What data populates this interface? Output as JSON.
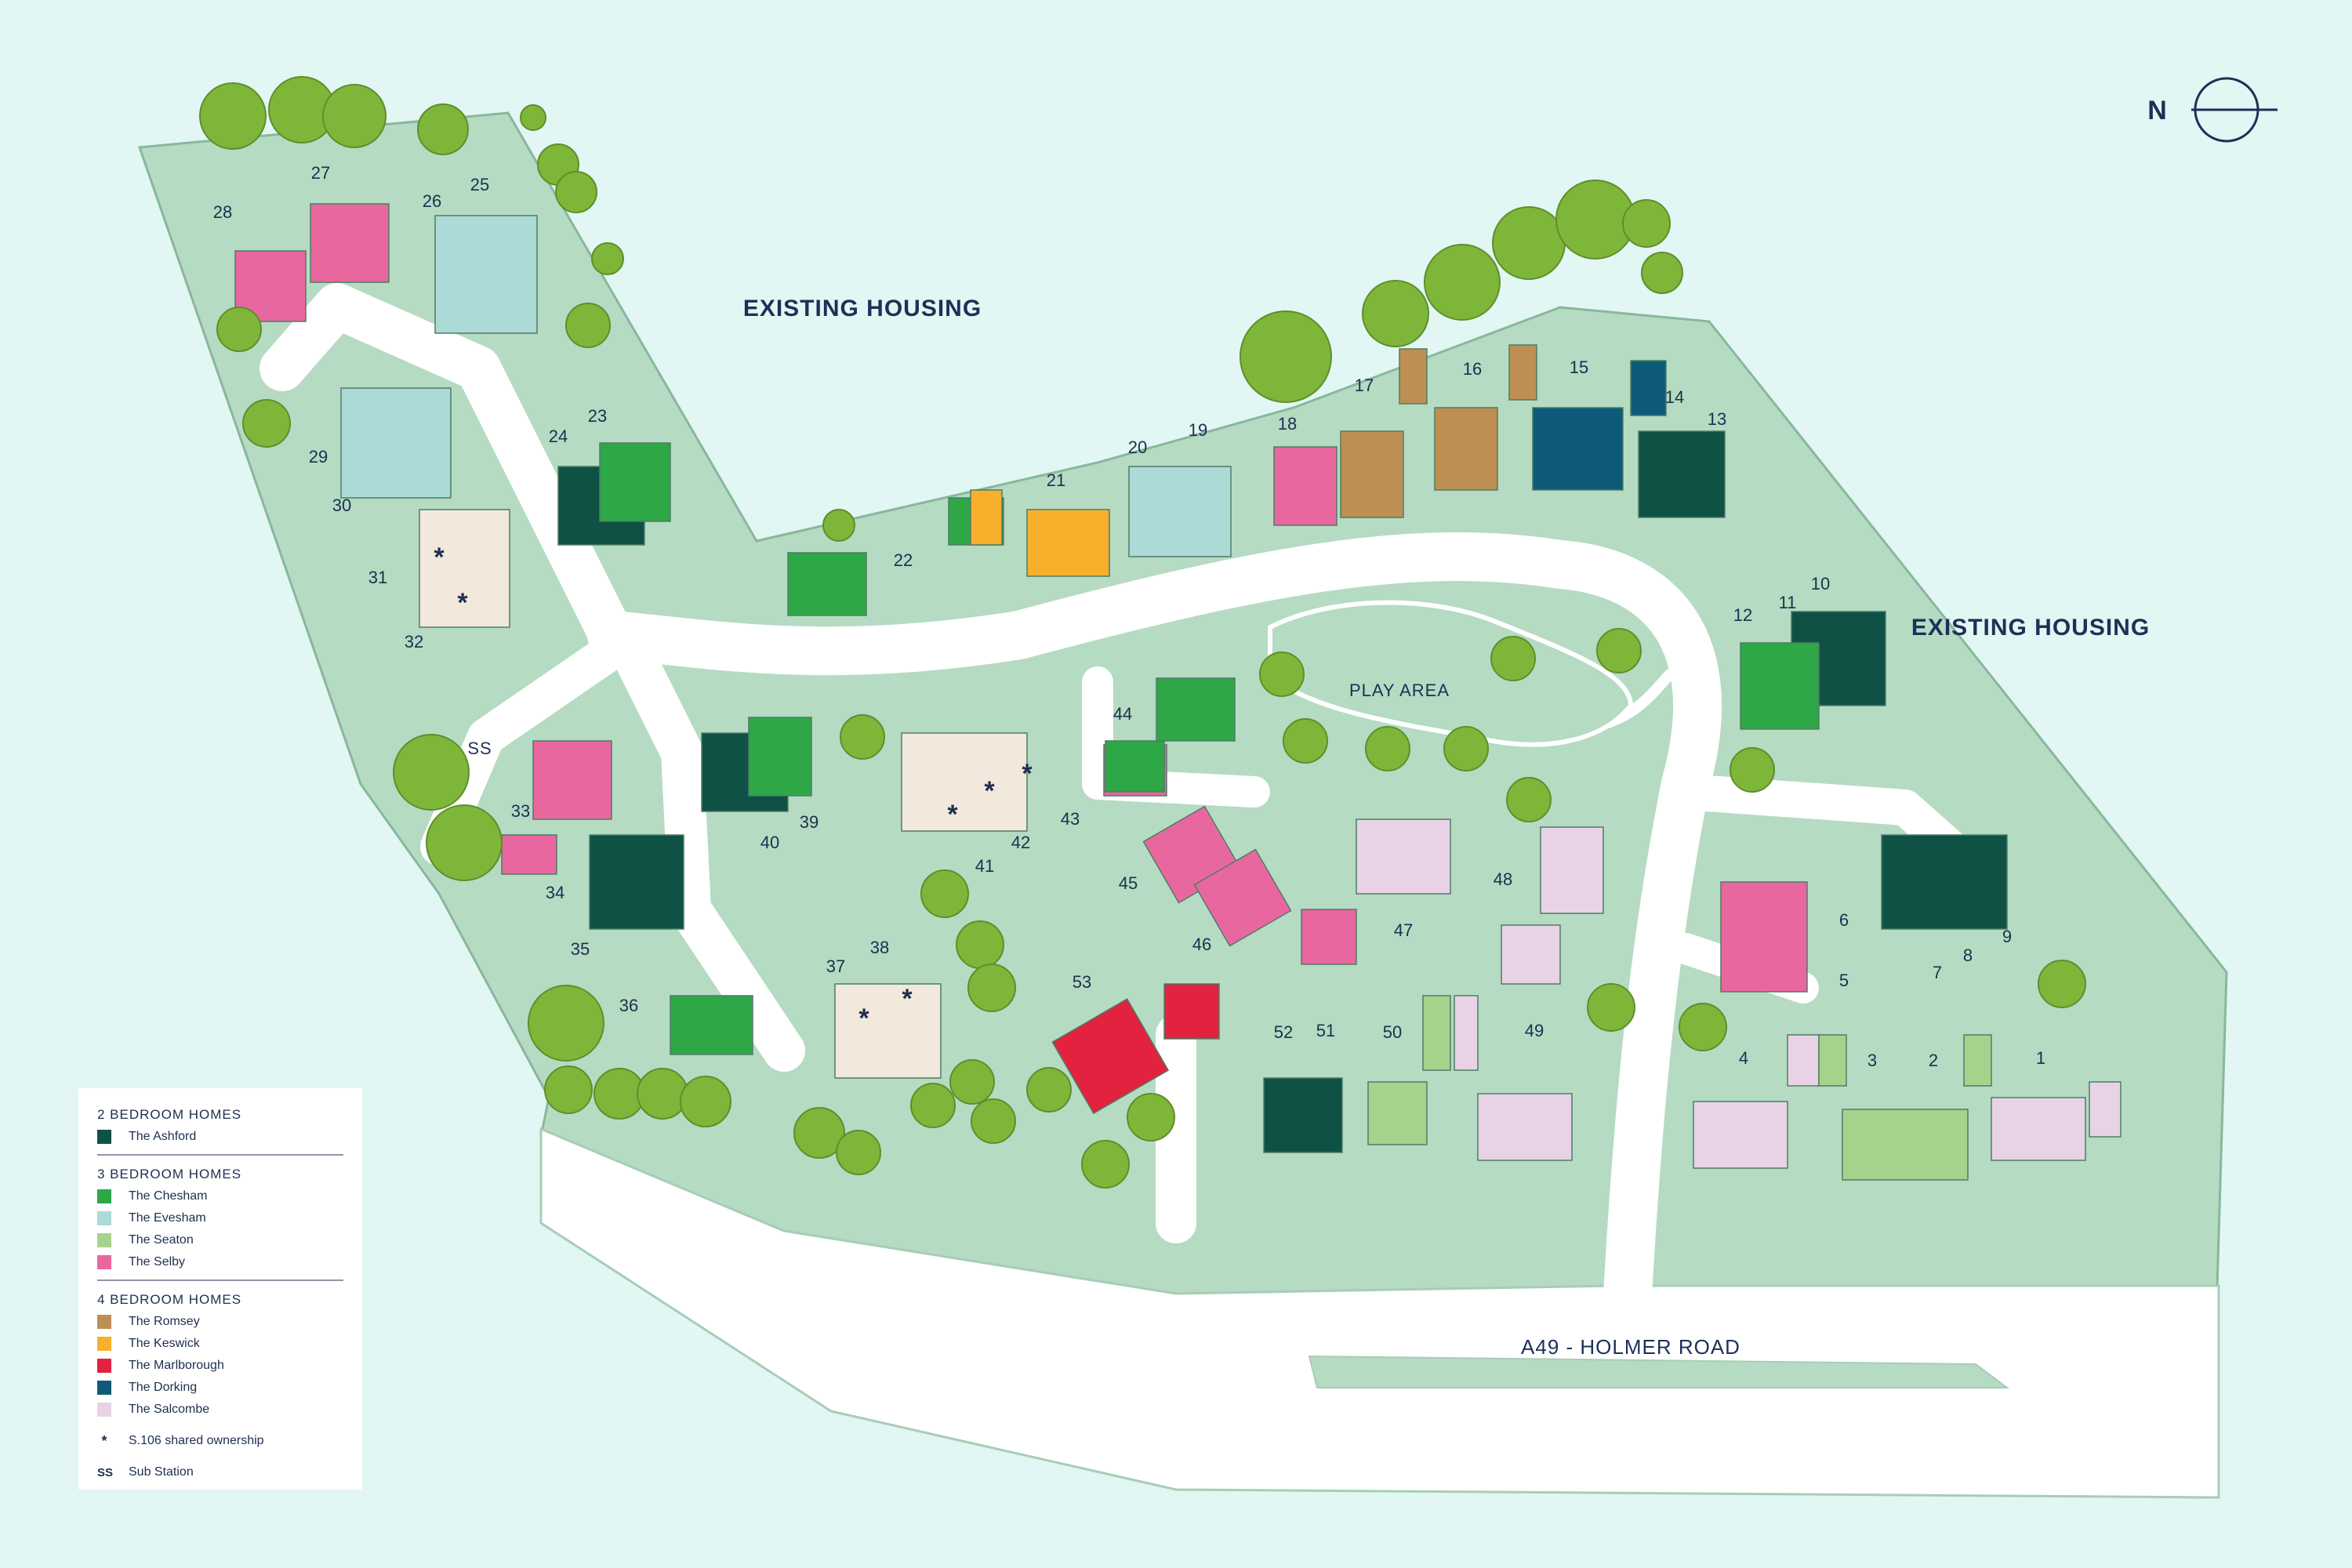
{
  "map": {
    "labels": {
      "existing_housing_top": "EXISTING HOUSING",
      "existing_housing_right": "EXISTING HOUSING",
      "play_area": "PLAY AREA",
      "road": "A49 - HOLMER ROAD",
      "north": "N",
      "substation_marker": "SS"
    },
    "plots": [
      "1",
      "2",
      "3",
      "4",
      "5",
      "6",
      "7",
      "8",
      "9",
      "10",
      "11",
      "12",
      "13",
      "14",
      "15",
      "16",
      "17",
      "18",
      "19",
      "20",
      "21",
      "22",
      "23",
      "24",
      "25",
      "26",
      "27",
      "28",
      "29",
      "30",
      "31",
      "32",
      "33",
      "34",
      "35",
      "36",
      "37",
      "38",
      "39",
      "40",
      "41",
      "42",
      "43",
      "44",
      "45",
      "46",
      "47",
      "48",
      "49",
      "50",
      "51",
      "52",
      "53"
    ],
    "shared_ownership_marker": "*"
  },
  "colors": {
    "background": "#e2f6f4",
    "site_green": "#b5dbc3",
    "road_white": "#ffffff",
    "tree": "#8bbf3f",
    "ashford": "#0f5245",
    "chesham": "#2ea746",
    "evesham": "#acdad6",
    "seaton": "#a7d28c",
    "selby": "#e9679f",
    "romsey": "#be8f53",
    "keswick": "#f6b02c",
    "marlborough": "#e2223e",
    "dorking": "#0d5b78",
    "salcombe": "#e8d3e6",
    "shared_ownership": "#f3e8dc"
  },
  "legend": {
    "groups": [
      {
        "title": "2 BEDROOM HOMES",
        "items": [
          {
            "name": "The Ashford",
            "color": "#0f5245"
          }
        ]
      },
      {
        "title": "3 BEDROOM HOMES",
        "items": [
          {
            "name": "The Chesham",
            "color": "#2ea746"
          },
          {
            "name": "The Evesham",
            "color": "#acdad6"
          },
          {
            "name": "The Seaton",
            "color": "#a7d28c"
          },
          {
            "name": "The Selby",
            "color": "#e9679f"
          }
        ]
      },
      {
        "title": "4 BEDROOM HOMES",
        "items": [
          {
            "name": "The Romsey",
            "color": "#be8f53"
          },
          {
            "name": "The Keswick",
            "color": "#f6b02c"
          },
          {
            "name": "The Marlborough",
            "color": "#e2223e"
          },
          {
            "name": "The Dorking",
            "color": "#0d5b78"
          },
          {
            "name": "The Salcombe",
            "color": "#e8d3e6"
          }
        ]
      }
    ],
    "shared_ownership": {
      "symbol": "*",
      "label": "S.106 shared ownership"
    },
    "substation": {
      "symbol": "SS",
      "label": "Sub Station"
    }
  }
}
